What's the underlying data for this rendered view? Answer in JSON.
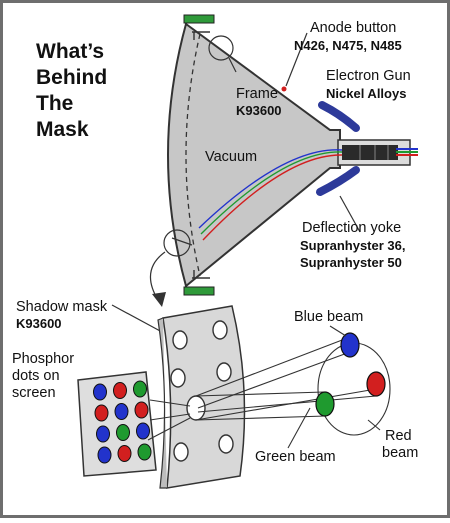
{
  "title": [
    "What’s",
    "Behind",
    "The",
    "Mask"
  ],
  "labels": {
    "anode": "Anode button",
    "anode_alloys": "N426, N475, N485",
    "frame": "Frame",
    "frame_alloy": "K93600",
    "electron_gun": "Electron Gun",
    "electron_gun_alloy": "Nickel Alloys",
    "vacuum": "Vacuum",
    "deflection_yoke": "Deflection yoke",
    "yoke_alloy_1": "Supranhyster 36,",
    "yoke_alloy_2": "Supranhyster 50",
    "shadow_mask": "Shadow mask",
    "shadow_mask_alloy": "K93600",
    "phosphor": [
      "Phosphor",
      "dots on",
      "screen"
    ],
    "blue_beam": "Blue beam",
    "green_beam": "Green beam",
    "red_beam": [
      "Red",
      "beam"
    ]
  },
  "colors": {
    "blue": "#2233cc",
    "green": "#1f9a2f",
    "red": "#d21f1f",
    "tube": "#c7c7c7",
    "yoke": "#2d3a9a",
    "frame_bar": "#2f9a3a",
    "border": "#6e6e6e"
  },
  "phosphor_dot_colors": [
    "blue",
    "red",
    "green",
    "red",
    "blue",
    "red",
    "blue",
    "green",
    "blue",
    "blue",
    "red",
    "green"
  ]
}
